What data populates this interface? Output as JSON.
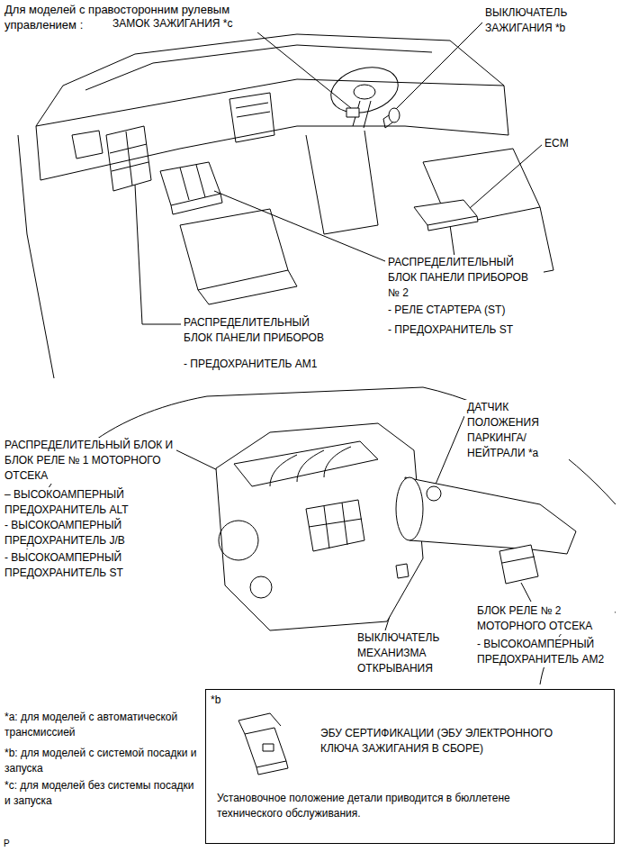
{
  "diagram": {
    "title": "Для моделей с правосторонним рулевым управлением :",
    "nodes": [
      {
        "text": [
          "*b",
          "ЭБУ СЕРТИФИКАЦИИ (ЭБУ ЭЛЕКТРОННОГО КЛЮЧА ЗАЖИГАНИЯ В СБОРЕ)",
          "Установочное положение детали приводится в бюллетене технического обслуживания."
        ]
      }
    ],
    "labels": [
      "ЗАМОК ЗАЖИГАНИЯ *c",
      "ВЫКЛЮЧАТЕЛЬ ЗАЖИГАНИЯ *b",
      "ECM",
      "РАСПРЕДЕЛИТЕЛЬНЫЙ БЛОК ПАНЕЛИ ПРИБОРОВ № 2",
      "- РЕЛЕ СТАРТЕРА (ST)",
      "- ПРЕДОХРАНИТЕЛЬ ST",
      "РАСПРЕДЕЛИТЕЛЬНЫЙ БЛОК ПАНЕЛИ ПРИБОРОВ",
      "- ПРЕДОХРАНИТЕЛЬ AM1",
      "РАСПРЕДЕЛИТЕЛЬНЫЙ БЛОК И БЛОК РЕЛЕ № 1 МОТОРНОГО ОТСЕКА",
      "– ВЫСОКОАМПЕРНЫЙ ПРЕДОХРАНИТЕЛЬ ALT",
      "- ВЫСОКОАМПЕРНЫЙ ПРЕДОХРАНИТЕЛЬ J/B",
      "- ВЫСОКОАМПЕРНЫЙ ПРЕДОХРАНИТЕЛЬ ST",
      "ДАТЧИК ПОЛОЖЕНИЯ ПАРКИНГА/ НЕЙТРАЛИ *a",
      "БЛОК РЕЛЕ № 2 МОТОРНОГО ОТСЕКА",
      "- ВЫСОКОАМПЕРНЫЙ ПРЕДОХРАНИТЕЛЬ AM2",
      "ВЫКЛЮЧАТЕЛЬ МЕХАНИЗМА ОТКРЫВАНИЯ",
      "*a: для моделей с автоматической трансмиссией",
      "*b: для моделей с системой посадки и запуска",
      "*c: для моделей без системы посадки и запуска",
      "P"
    ]
  }
}
